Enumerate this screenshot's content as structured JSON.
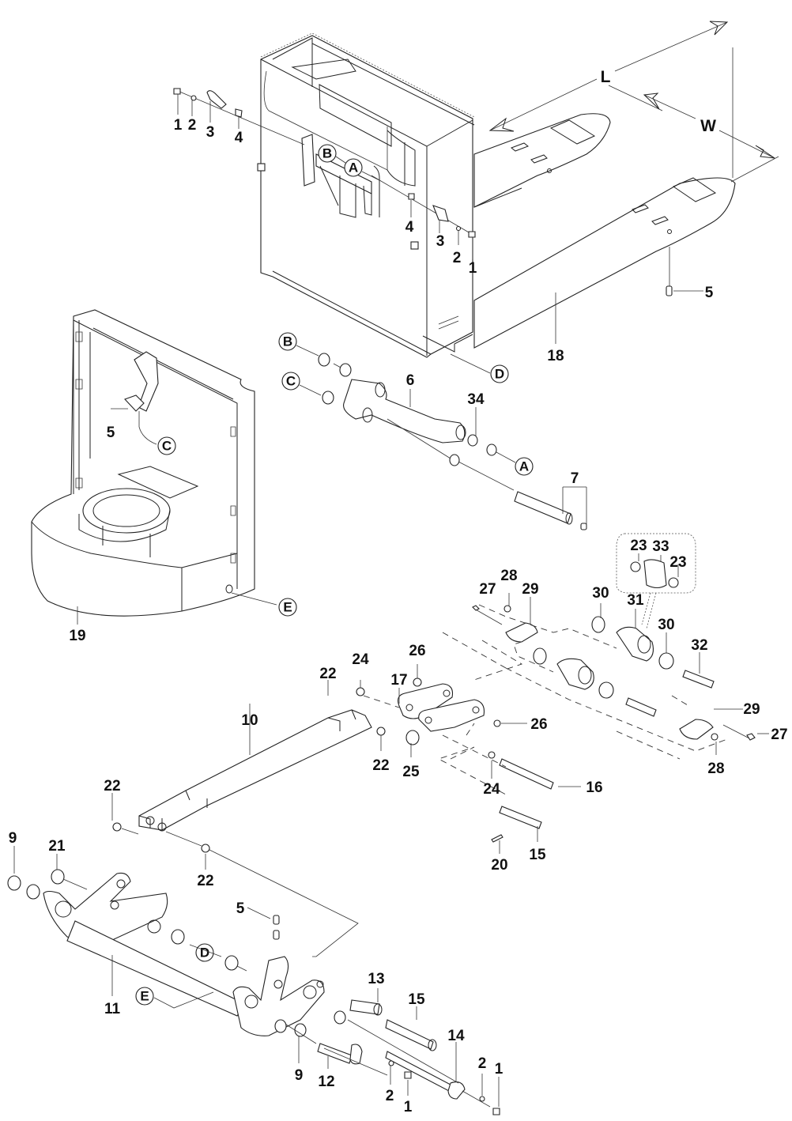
{
  "diagram": {
    "title": "Exploded parts diagram – pallet truck chassis, forks and lift linkage",
    "dimensions": {
      "length": "L",
      "width": "W"
    },
    "reference_markers": [
      "A",
      "B",
      "C",
      "D",
      "E"
    ],
    "callouts": {
      "top_left_1": "1",
      "top_left_2": "2",
      "top_left_3": "3",
      "top_left_4": "4",
      "top_right_4": "4",
      "top_right_3": "3",
      "top_right_2": "2",
      "top_right_1": "1",
      "fork_5": "5",
      "forks_18": "18",
      "frame_5": "5",
      "frame_19": "19",
      "arm_6": "6",
      "arm_34": "34",
      "pin_7": "7",
      "roller_23a": "23",
      "roller_33": "33",
      "roller_23b": "23",
      "roller_28a": "28",
      "roller_27a": "27",
      "roller_29a": "29",
      "roller_30a": "30",
      "roller_31": "31",
      "roller_30b": "30",
      "roller_32": "32",
      "roller_29b": "29",
      "roller_27b": "27",
      "roller_28b": "28",
      "link_24a": "24",
      "link_26a": "26",
      "link_22a": "22",
      "link_17": "17",
      "link_26b": "26",
      "link_22b": "22",
      "link_25": "25",
      "link_24b": "24",
      "pin_16": "16",
      "pin_15a": "15",
      "pin_20": "20",
      "rod_10": "10",
      "rod_22a": "22",
      "rod_22b": "22",
      "axle_9a": "9",
      "axle_21": "21",
      "axle_5": "5",
      "axle_11": "11",
      "axle_13": "13",
      "axle_15": "15",
      "axle_14": "14",
      "axle_9b": "9",
      "axle_12": "12",
      "axle_2a": "2",
      "axle_1a": "1",
      "axle_2b": "2",
      "axle_1b": "1"
    }
  }
}
